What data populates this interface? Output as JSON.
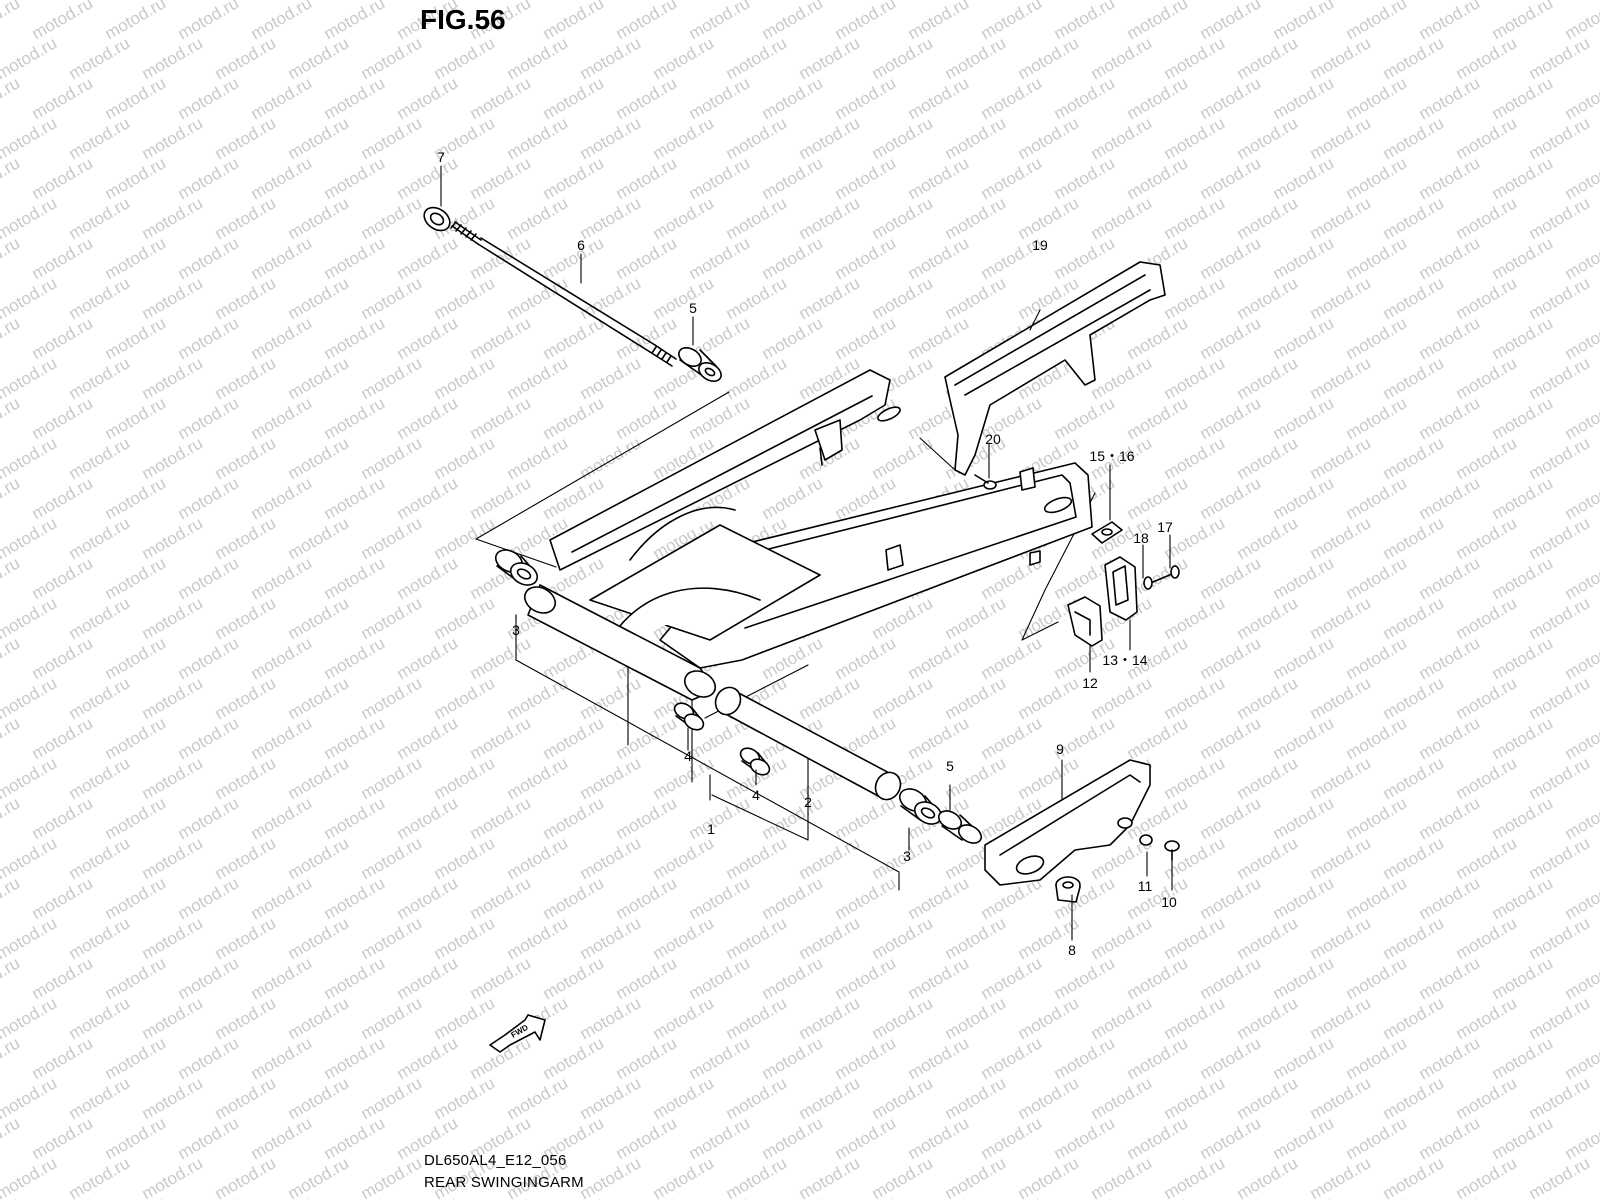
{
  "figure": {
    "title": "FIG.56",
    "code": "DL650AL4_E12_056",
    "name": "REAR SWINGINGARM"
  },
  "watermark": {
    "text": "motod.ru",
    "color": "#c9c9c9"
  },
  "fwd_label": "FWD",
  "callouts": {
    "c1": "1",
    "c2": "2",
    "c3a": "3",
    "c3b": "3",
    "c4a": "4",
    "c4b": "4",
    "c5a": "5",
    "c5b": "5",
    "c6": "6",
    "c7": "7",
    "c8": "8",
    "c9": "9",
    "c10": "10",
    "c11": "11",
    "c12": "12",
    "c13_14": "13・14",
    "c15_16": "15・16",
    "c17": "17",
    "c18": "18",
    "c19": "19",
    "c20": "20"
  }
}
